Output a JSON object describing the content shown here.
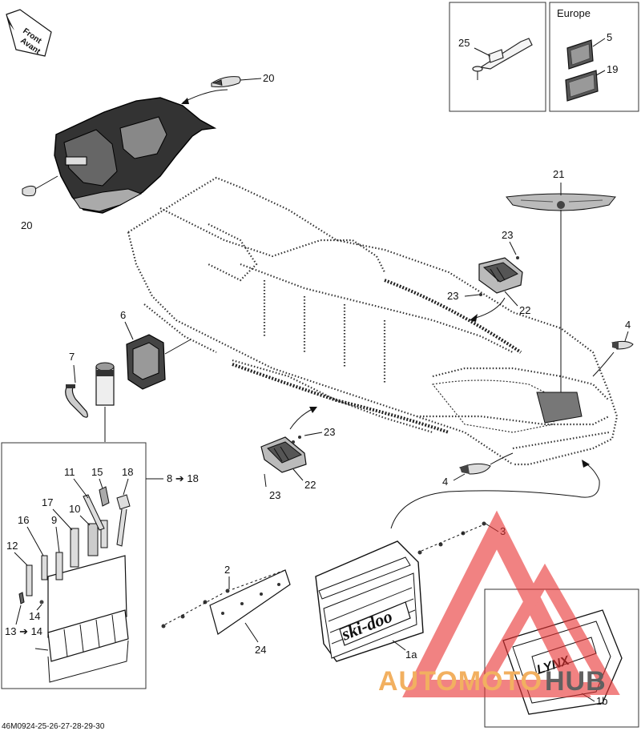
{
  "front_tag": {
    "line1": "Front",
    "line2": "Avant"
  },
  "europe_box": {
    "title": "Europe"
  },
  "diagram_code": "46M0924-25-26-27-28-29-30",
  "watermark": {
    "part1": "AUTOMOTO",
    "part2": "HUB"
  },
  "brand_flap": {
    "text": "ski-doo"
  },
  "brand_flap_alt": {
    "text": "LYNX"
  },
  "callouts": {
    "c20a": "20",
    "c20b": "20",
    "c25": "25",
    "c5": "5",
    "c19": "19",
    "c21": "21",
    "c23a": "23",
    "c23b": "23",
    "c22a": "22",
    "c6": "6",
    "c4a": "4",
    "c7": "7",
    "c23c": "23",
    "c23d": "23",
    "c22b": "22",
    "c4b": "4",
    "c8_18": "8 ➔ 18",
    "c11": "11",
    "c15": "15",
    "c18": "18",
    "c17": "17",
    "c10": "10",
    "c16": "16",
    "c9": "9",
    "c12": "12",
    "c3": "3",
    "c2": "2",
    "c14": "14",
    "c13_14": "13 ➔ 14",
    "c24": "24",
    "c1a": "1a",
    "c1b": "1b"
  }
}
